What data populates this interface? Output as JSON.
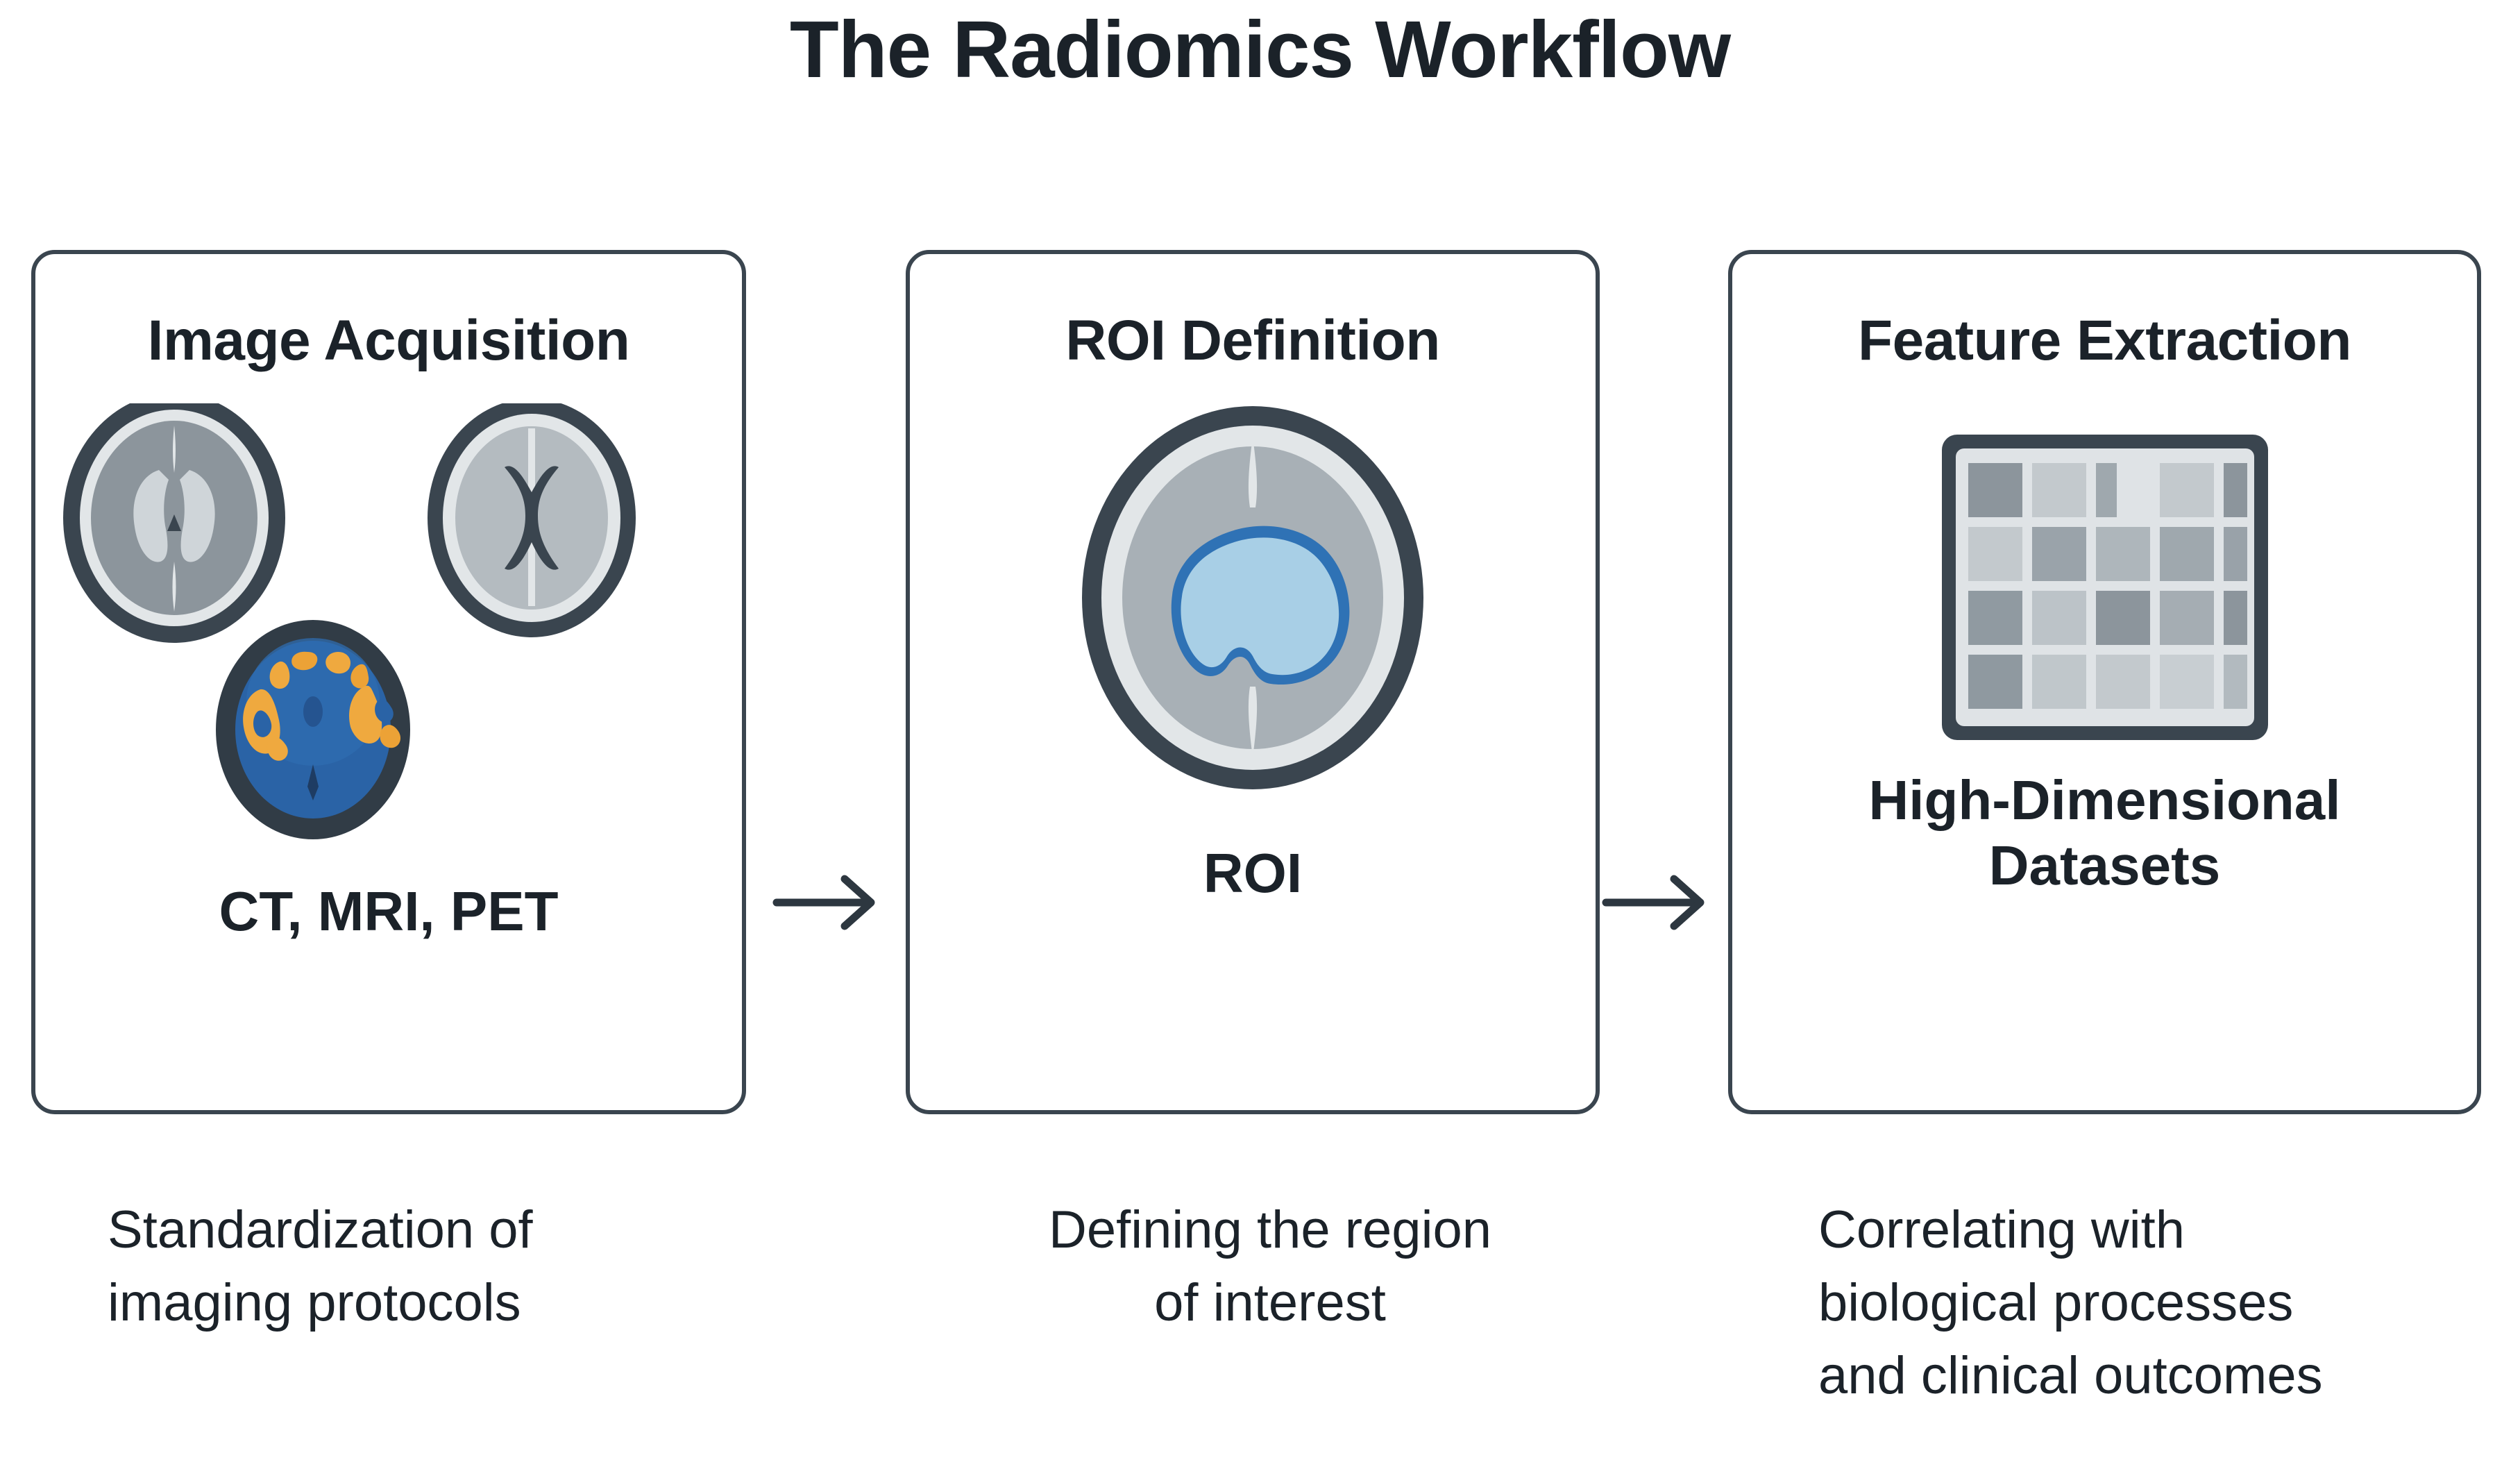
{
  "title": "The Radiomics Workflow",
  "colors": {
    "card_border": "#3a454f",
    "text": "#1b2229",
    "skull": "#3a454f",
    "csf_light": "#e2e6e8",
    "brain_gray": "#8c959c",
    "brain_gray_light": "#b4bbc0",
    "ventricle": "#cfd5d9",
    "pet_blue": "#2a63a6",
    "pet_orange": "#efa93f",
    "roi_fill": "#a8cfe6",
    "roi_stroke": "#2f72b5",
    "matrix_frame": "#3a454f",
    "matrix_bg": "#dfe3e6",
    "arrow": "#2d3740"
  },
  "stages": [
    {
      "id": "image-acquisition",
      "title": "Image Acquisition",
      "sublabel": "CT, MRI, PET",
      "caption_lines": [
        "Standardization of",
        "imaging protocols"
      ],
      "icon": "brain-scans-icon",
      "scans": [
        {
          "name": "ct-brain-scan",
          "modality": "CT"
        },
        {
          "name": "mri-brain-scan",
          "modality": "MRI"
        },
        {
          "name": "pet-brain-scan",
          "modality": "PET"
        }
      ]
    },
    {
      "id": "roi-definition",
      "title": "ROI Definition",
      "sublabel": "ROI",
      "caption_lines": [
        "Defining the region",
        "of interest"
      ],
      "icon": "roi-brain-icon"
    },
    {
      "id": "feature-extraction",
      "title": "Feature Extraction",
      "sublabel": "High-Dimensional\nDatasets",
      "sublabel_line1": "High-Dimensional",
      "sublabel_line2": "Datasets",
      "caption_lines": [
        "Correlating with",
        "biological processes",
        "and clinical outcomes"
      ],
      "icon": "feature-matrix-icon"
    }
  ],
  "arrows": [
    {
      "name": "arrow-stage1-to-stage2",
      "glyph": "→"
    },
    {
      "name": "arrow-stage2-to-stage3",
      "glyph": "→"
    }
  ],
  "chart_data": {
    "type": "heatmap",
    "title": "Feature Extraction matrix",
    "rows": 4,
    "cols": 5,
    "values": [
      [
        0.62,
        0.34,
        0.55,
        0.3,
        0.6
      ],
      [
        0.28,
        0.52,
        0.44,
        0.5,
        0.54
      ],
      [
        0.56,
        0.36,
        0.58,
        0.48,
        0.62
      ],
      [
        0.58,
        0.32,
        0.3,
        0.26,
        0.4
      ]
    ],
    "colormap": "grayscale",
    "grid": true,
    "legend": "none"
  }
}
